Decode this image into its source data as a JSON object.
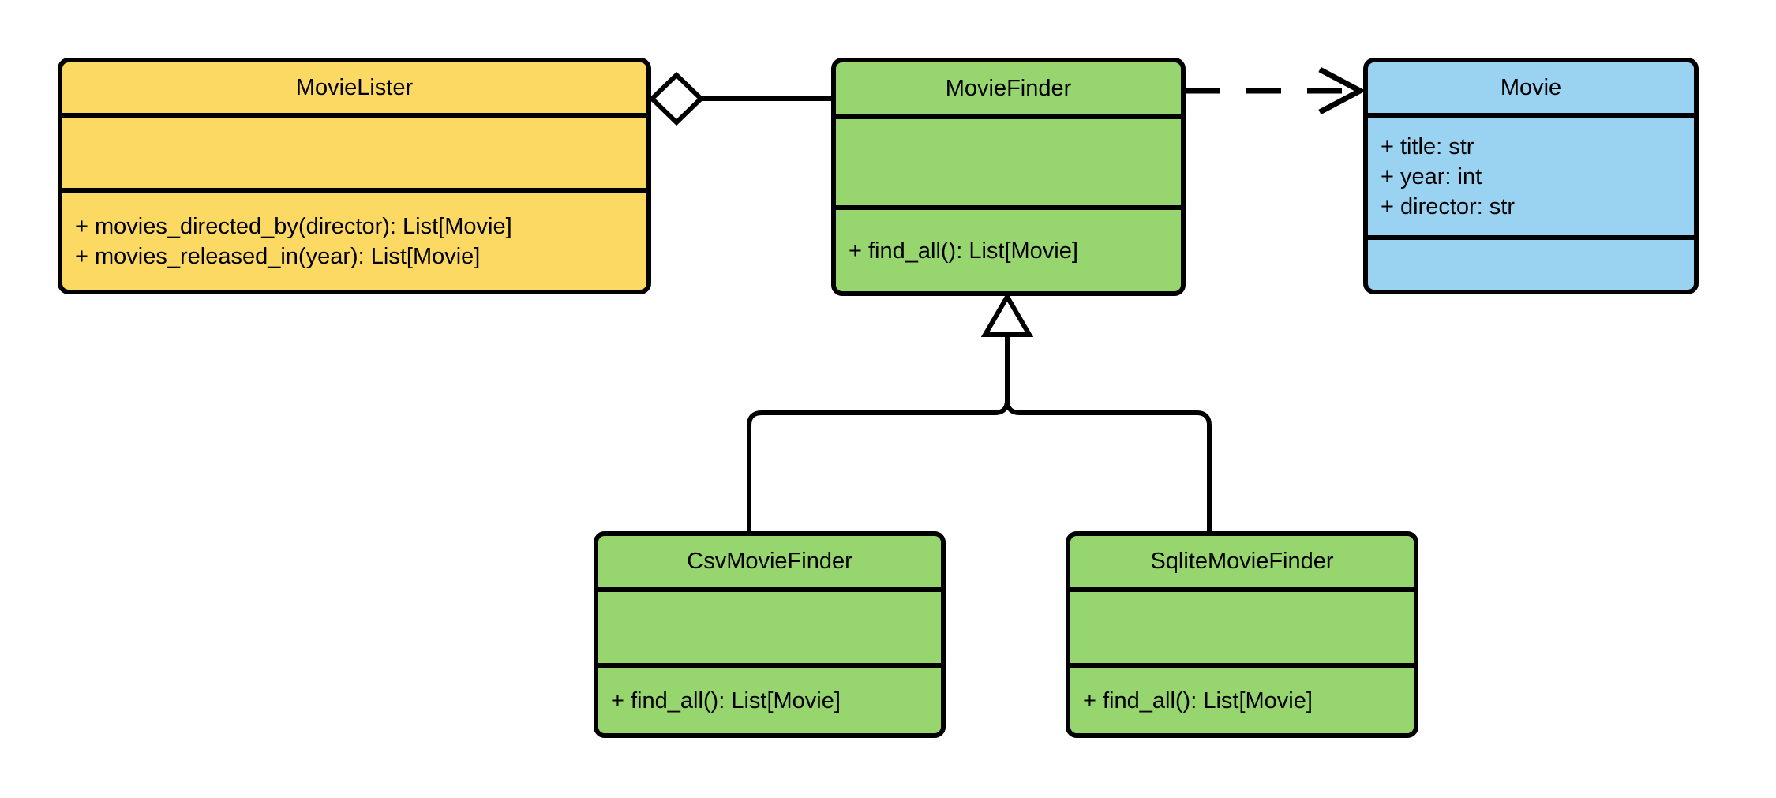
{
  "diagram_type": "uml-class-diagram",
  "classes": [
    {
      "name": "MovieLister",
      "fill": "#FBD963",
      "attributes": [],
      "methods": [
        "+ movies_directed_by(director): List[Movie]",
        "+ movies_released_in(year): List[Movie]"
      ]
    },
    {
      "name": "MovieFinder",
      "fill": "#97D56E",
      "attributes": [],
      "methods": [
        "+ find_all(): List[Movie]"
      ]
    },
    {
      "name": "Movie",
      "fill": "#9AD2F2",
      "attributes": [
        "+ title: str",
        "+ year: int",
        "+ director: str"
      ],
      "methods": []
    },
    {
      "name": "CsvMovieFinder",
      "fill": "#97D56E",
      "attributes": [],
      "methods": [
        "+ find_all(): List[Movie]"
      ]
    },
    {
      "name": "SqliteMovieFinder",
      "fill": "#97D56E",
      "attributes": [],
      "methods": [
        "+ find_all(): List[Movie]"
      ]
    }
  ],
  "relations": [
    {
      "type": "aggregation",
      "source": "MovieLister",
      "target": "MovieFinder"
    },
    {
      "type": "dependency",
      "source": "MovieFinder",
      "target": "Movie"
    },
    {
      "type": "inheritance",
      "child": "CsvMovieFinder",
      "parent": "MovieFinder"
    },
    {
      "type": "inheritance",
      "child": "SqliteMovieFinder",
      "parent": "MovieFinder"
    }
  ],
  "colors": {
    "stroke": "#000000",
    "background": "#FFFFFF"
  }
}
